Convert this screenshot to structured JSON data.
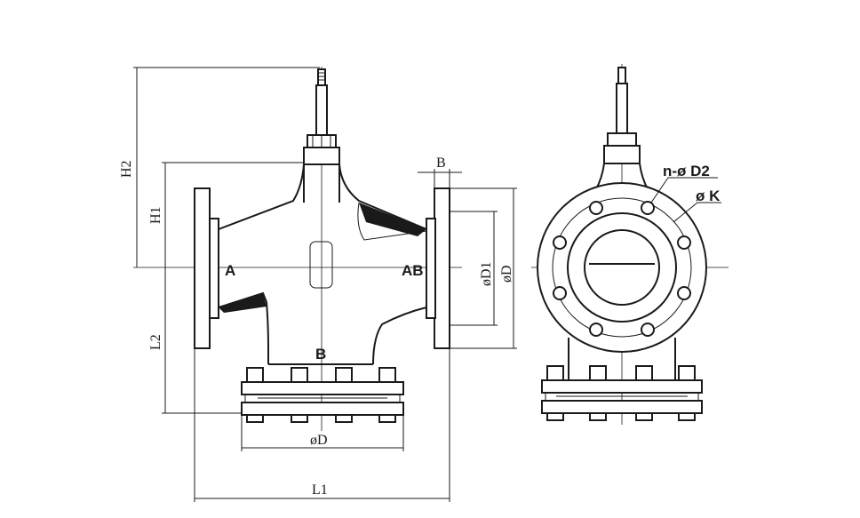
{
  "labels": {
    "port_a": "A",
    "port_ab": "AB",
    "port_b": "B",
    "dim_h2": "H2",
    "dim_h1": "H1",
    "dim_l2": "L2",
    "dim_l1": "L1",
    "dim_b": "B",
    "dim_d1": "øD1",
    "dim_d": "øD",
    "dim_bottom_d": "øD",
    "dim_holes": "n-ø D2",
    "dim_k": "ø K"
  }
}
